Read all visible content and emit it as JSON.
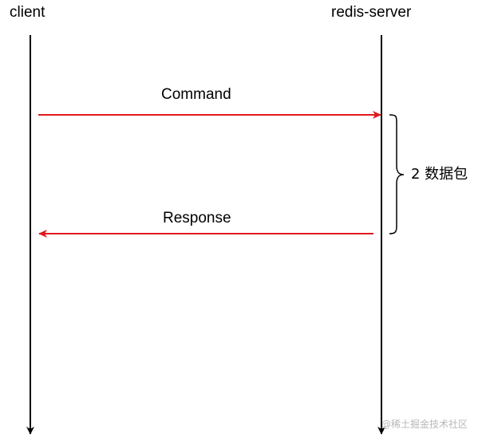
{
  "lifelines": {
    "client": "client",
    "server": "redis-server"
  },
  "messages": {
    "command": "Command",
    "response": "Response"
  },
  "brace_label": "2 数据包",
  "watermark": "@稀土掘金技术社区",
  "colors": {
    "arrow": "#e0191f",
    "line": "#000000"
  }
}
